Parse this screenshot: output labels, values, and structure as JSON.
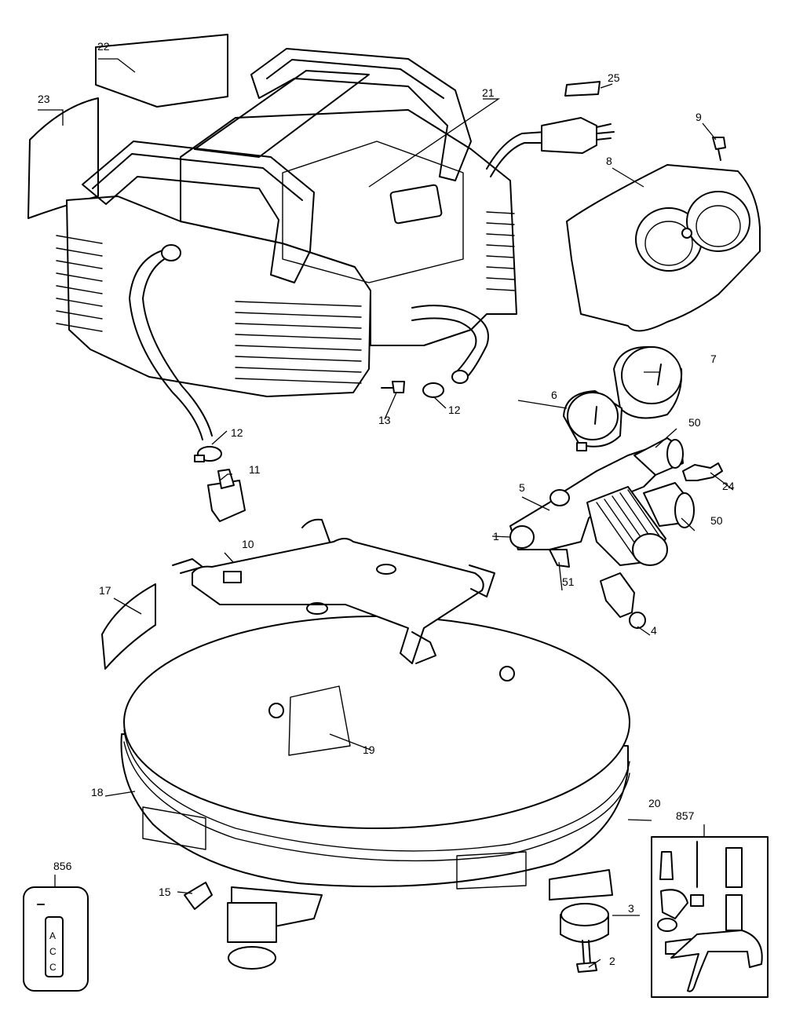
{
  "callouts": [
    {
      "id": "c1",
      "label": "1"
    },
    {
      "id": "c2",
      "label": "2"
    },
    {
      "id": "c3",
      "label": "3"
    },
    {
      "id": "c4",
      "label": "4"
    },
    {
      "id": "c5",
      "label": "5"
    },
    {
      "id": "c6",
      "label": "6"
    },
    {
      "id": "c7",
      "label": "7"
    },
    {
      "id": "c8",
      "label": "8"
    },
    {
      "id": "c9",
      "label": "9"
    },
    {
      "id": "c10",
      "label": "10"
    },
    {
      "id": "c11",
      "label": "11"
    },
    {
      "id": "c12a",
      "label": "12"
    },
    {
      "id": "c12b",
      "label": "12"
    },
    {
      "id": "c13",
      "label": "13"
    },
    {
      "id": "c15",
      "label": "15"
    },
    {
      "id": "c17",
      "label": "17"
    },
    {
      "id": "c18",
      "label": "18"
    },
    {
      "id": "c19",
      "label": "19"
    },
    {
      "id": "c20",
      "label": "20"
    },
    {
      "id": "c21",
      "label": "21"
    },
    {
      "id": "c22",
      "label": "22"
    },
    {
      "id": "c23",
      "label": "23"
    },
    {
      "id": "c24",
      "label": "24"
    },
    {
      "id": "c25",
      "label": "25"
    },
    {
      "id": "c50a",
      "label": "50"
    },
    {
      "id": "c50b",
      "label": "50"
    },
    {
      "id": "c51",
      "label": "51"
    },
    {
      "id": "c856",
      "label": "856"
    },
    {
      "id": "c857",
      "label": "857"
    }
  ],
  "kit_856_lettering": [
    "A",
    "C",
    "C"
  ]
}
